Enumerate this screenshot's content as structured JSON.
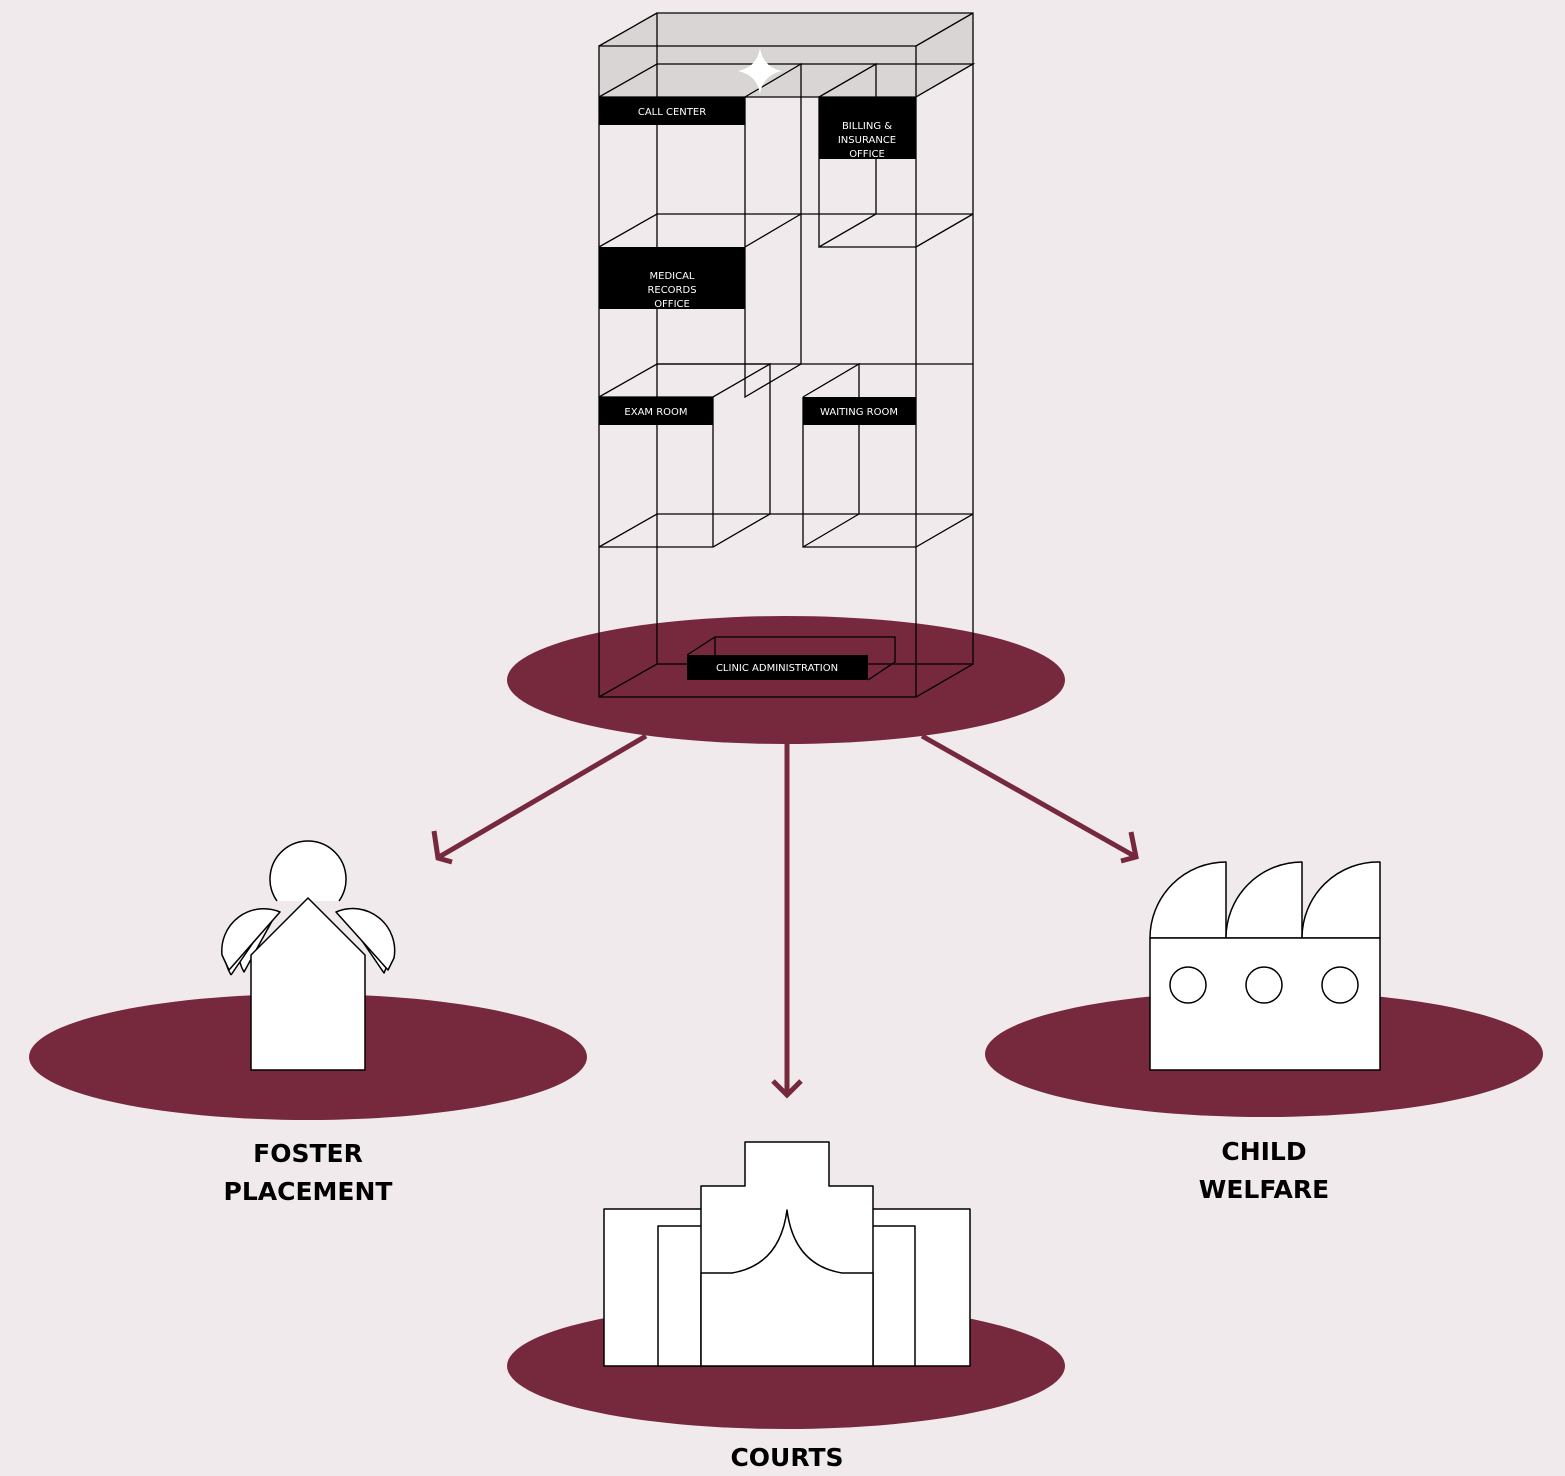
{
  "colors": {
    "background": "#f0eaec",
    "accent": "#76283d",
    "label_bg": "#000000",
    "roof_glass": "#d9d5d5"
  },
  "building": {
    "rooms": [
      {
        "id": "call-center",
        "lines": [
          "CALL CENTER"
        ]
      },
      {
        "id": "billing",
        "lines": [
          "BILLING &",
          "INSURANCE",
          "OFFICE"
        ]
      },
      {
        "id": "medical-records",
        "lines": [
          "MEDICAL",
          "RECORDS",
          "OFFICE"
        ]
      },
      {
        "id": "exam-room",
        "lines": [
          "EXAM ROOM"
        ]
      },
      {
        "id": "waiting-room",
        "lines": [
          "WAITING ROOM"
        ]
      },
      {
        "id": "clinic-admin",
        "lines": [
          "CLINIC ADMINISTRATION"
        ]
      }
    ],
    "sparkle_icon": "four-point-star"
  },
  "destinations": [
    {
      "id": "foster",
      "lines": [
        "FOSTER",
        "PLACEMENT"
      ],
      "icon": "house-with-leaves-icon"
    },
    {
      "id": "courts",
      "lines": [
        "COURTS"
      ],
      "icon": "courthouse-icon"
    },
    {
      "id": "child-welfare",
      "lines": [
        "CHILD",
        "WELFARE"
      ],
      "icon": "factory-icon"
    }
  ]
}
